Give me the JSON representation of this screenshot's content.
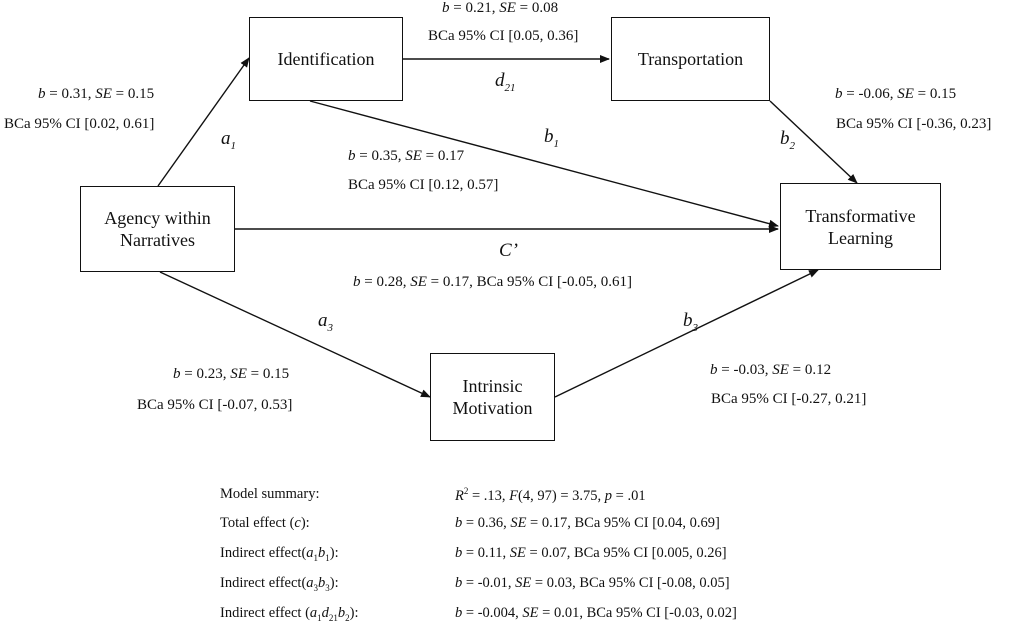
{
  "boxes": {
    "identification": "Identification",
    "transportation": "Transportation",
    "agency_line1": "Agency within",
    "agency_line2": "Narratives",
    "learning_line1": "Transformative",
    "learning_line2": "Learning",
    "motivation_line1": "Intrinsic",
    "motivation_line2": "Motivation"
  },
  "paths": {
    "a1": {
      "letter": "a",
      "sub": "1",
      "b": "0.31",
      "se": "0.15",
      "ci": "BCa 95% CI [0.02, 0.61]"
    },
    "d21": {
      "letter": "d",
      "sub": "21",
      "b": "0.21",
      "se": "0.08",
      "ci": "BCa 95% CI [0.05, 0.36]"
    },
    "b2": {
      "letter": "b",
      "sub": "2",
      "b": "-0.06",
      "se": "0.15",
      "ci": "BCa 95% CI [-0.36, 0.23]"
    },
    "b1": {
      "letter": "b",
      "sub": "1",
      "b": "0.35",
      "se": "0.17",
      "ci": "BCa 95% CI [0.12, 0.57]"
    },
    "c_prime": {
      "letter": "C’",
      "b": "0.28",
      "se": "0.17",
      "ci": "BCa 95% CI [-0.05, 0.61]"
    },
    "a3": {
      "letter": "a",
      "sub": "3",
      "b": "0.23",
      "se": "0.15",
      "ci": "BCa 95% CI [-0.07, 0.53]"
    },
    "b3": {
      "letter": "b",
      "sub": "3",
      "b": "-0.03",
      "se": "0.12",
      "ci": "BCa 95% CI [-0.27, 0.21]"
    }
  },
  "summary": {
    "model_label": "Model summary:",
    "model_r2": ".13",
    "model_f_df": "4, 97",
    "model_f": "3.75",
    "model_p": ".01",
    "total_label": "Total effect (",
    "total_label_c": "c",
    "total_label_end": "):",
    "total_b": "0.36",
    "total_se": "0.17",
    "total_ci": "BCa 95% CI [0.04, 0.69]",
    "ind1_label": "Indirect effect(",
    "ind1_b": "0.11",
    "ind1_se": "0.07",
    "ind1_ci": "BCa 95% CI [0.005, 0.26]",
    "ind2_label": "Indirect effect(",
    "ind2_b": "-0.01",
    "ind2_se": "0.03",
    "ind2_ci": "BCa 95% CI [-0.08, 0.05]",
    "ind3_label": "Indirect effect (",
    "ind3_b": "-0.004",
    "ind3_se": "0.01",
    "ind3_ci": "BCa 95% CI [-0.03, 0.02]"
  }
}
